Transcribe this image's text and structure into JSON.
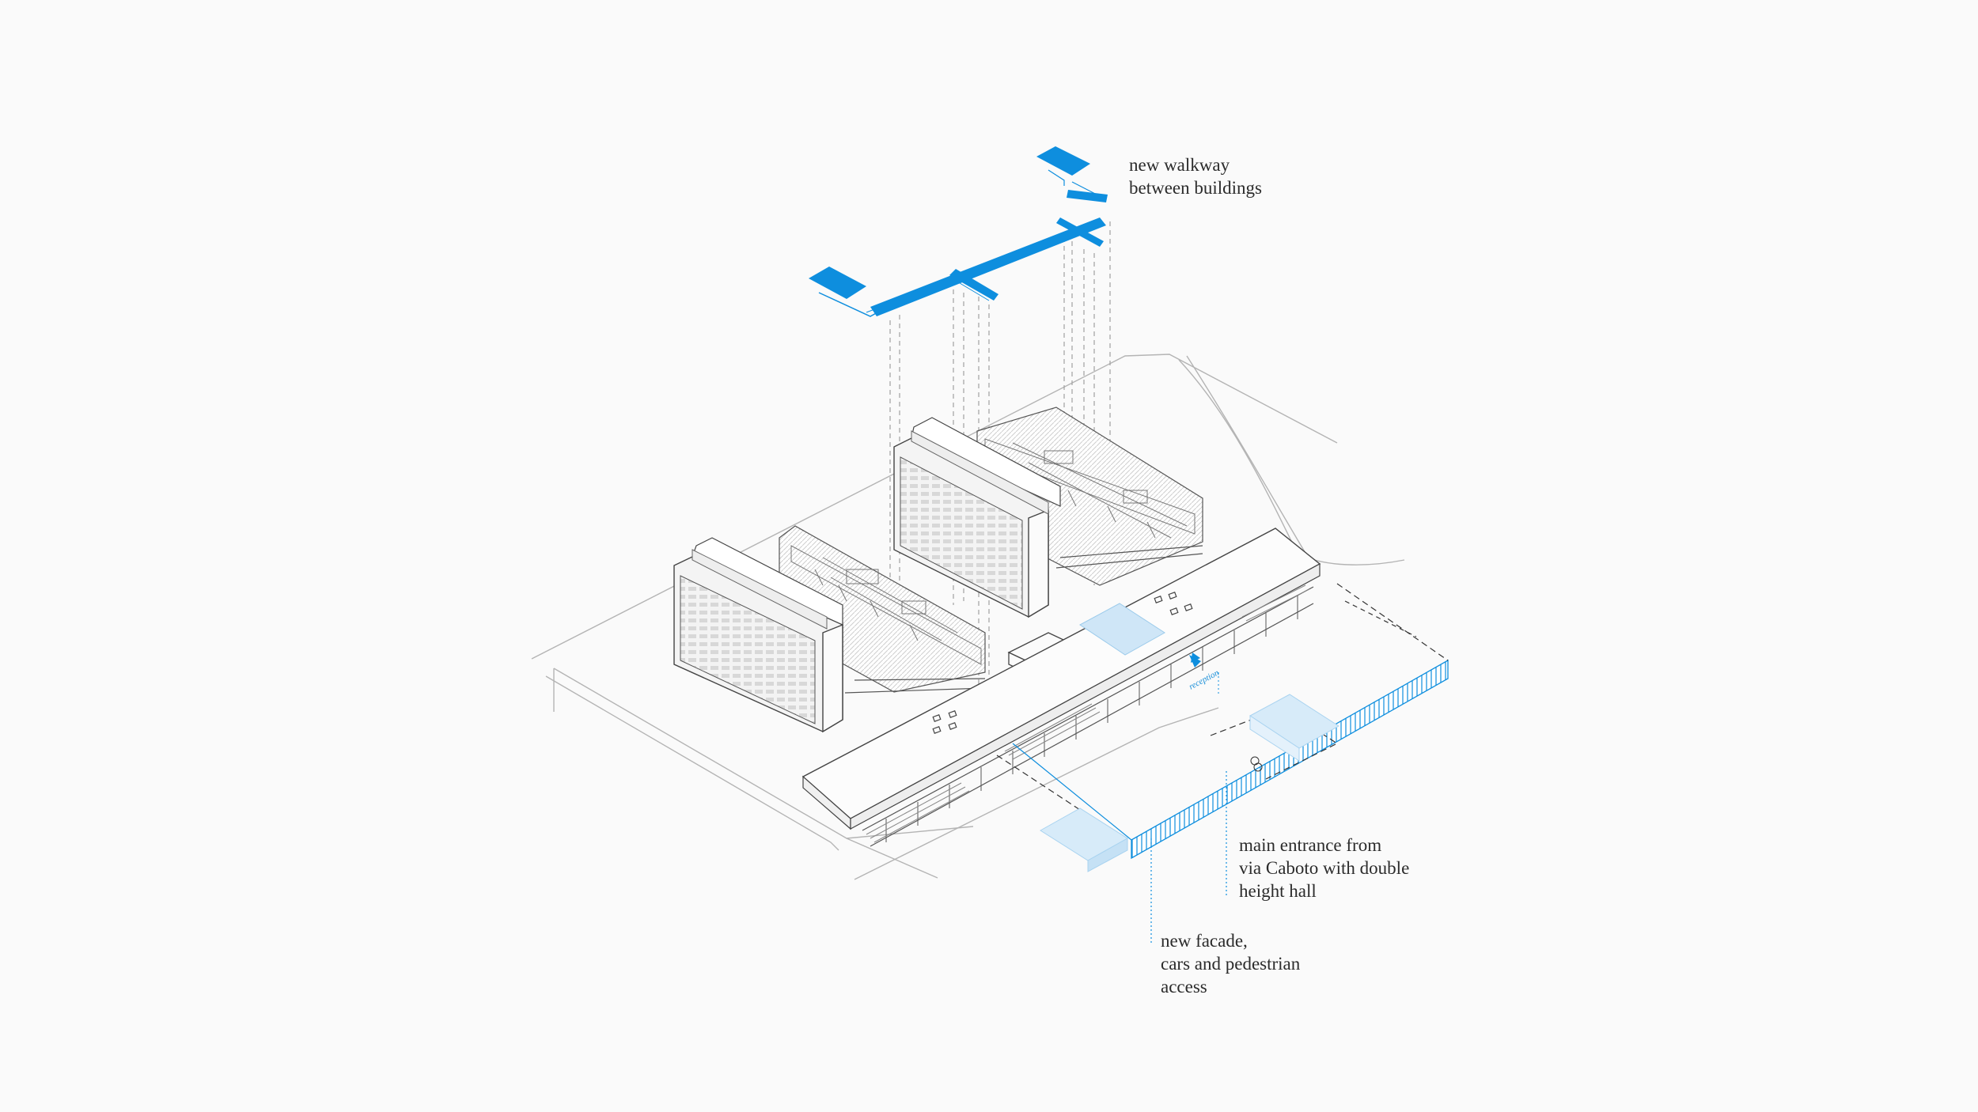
{
  "annotations": {
    "walkway": "new walkway\nbetween buildings",
    "entrance": "main entrance from\nvia Caboto with double\nheight hall",
    "facade": "new facade,\ncars and pedestrian\naccess"
  },
  "reception_tag": "reception",
  "colors": {
    "background": "#fafafa",
    "line": "#4a4a4a",
    "light_line": "#9a9a9a",
    "accent_blue": "#0e8ede",
    "light_blue_fill": "#cfe6f7",
    "text": "#2b2b2b"
  }
}
